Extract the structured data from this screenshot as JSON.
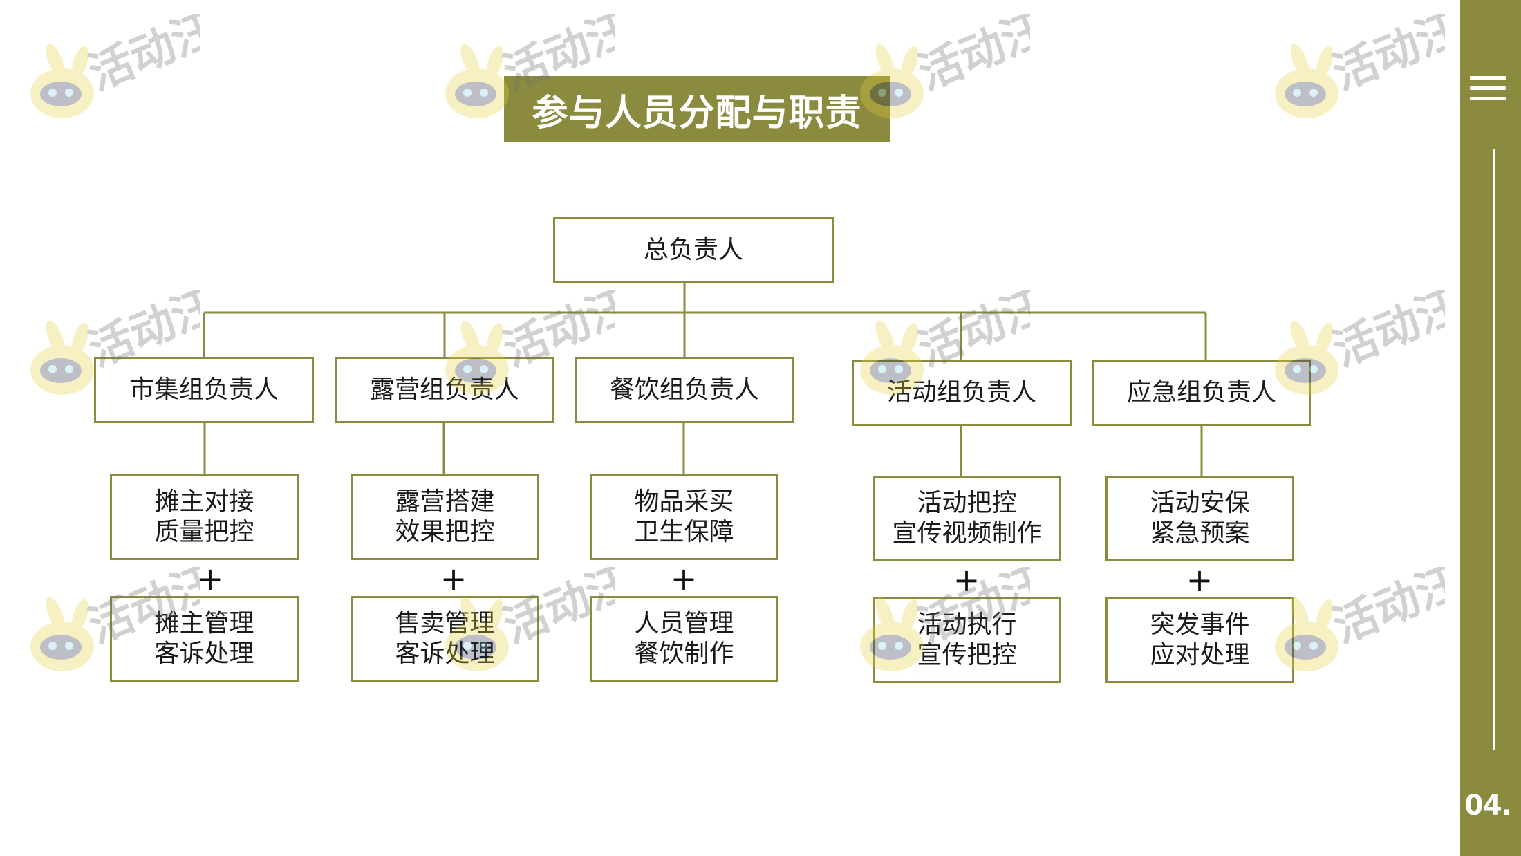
{
  "title": "参与人员分配与职责",
  "page_number": "04.",
  "watermark_text": "活动汪",
  "colors": {
    "accent": "#8b8b40",
    "text": "#1a1a1a",
    "background": "#ffffff",
    "watermark": "#e8cf3a"
  },
  "root": {
    "label": "总负责人"
  },
  "groups": [
    {
      "label": "市集组负责人",
      "duty1": [
        "摊主对接",
        "质量把控"
      ],
      "duty2": [
        "摊主管理",
        "客诉处理"
      ]
    },
    {
      "label": "露营组负责人",
      "duty1": [
        "露营搭建",
        "效果把控"
      ],
      "duty2": [
        "售卖管理",
        "客诉处理"
      ]
    },
    {
      "label": "餐饮组负责人",
      "duty1": [
        "物品采买",
        "卫生保障"
      ],
      "duty2": [
        "人员管理",
        "餐饮制作"
      ]
    },
    {
      "label": "活动组负责人",
      "duty1": [
        "活动把控",
        "宣传视频制作"
      ],
      "duty2": [
        "活动执行",
        "宣传把控"
      ]
    },
    {
      "label": "应急组负责人",
      "duty1": [
        "活动安保",
        "紧急预案"
      ],
      "duty2": [
        "突发事件",
        "应对处理"
      ]
    }
  ],
  "plus_symbol": "+",
  "icons": {
    "menu": "hamburger-menu-icon",
    "watermark_logo": "bunny-mascot-icon"
  }
}
